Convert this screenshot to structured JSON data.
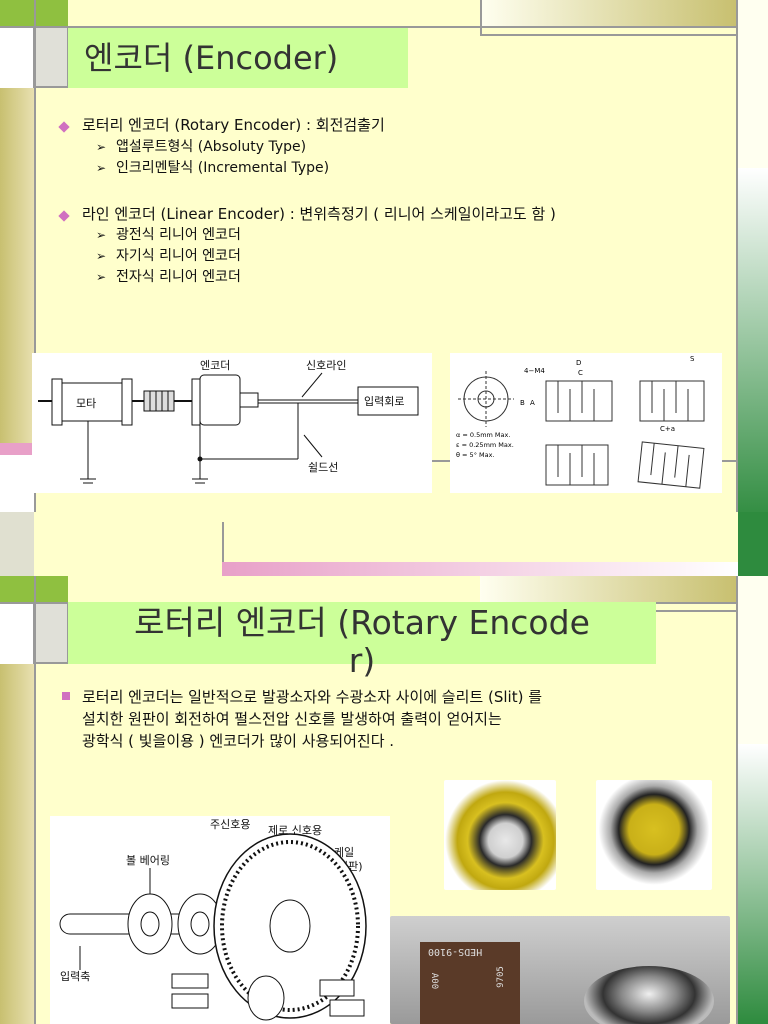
{
  "slide1": {
    "title": "엔코더 (Encoder)",
    "bullets": [
      {
        "text": "로터리 엔코더 (Rotary Encoder) :  회전검출기",
        "subs": [
          "앱설루트형식 (Absoluty Type)",
          "인크리멘탈식 (Incremental Type)"
        ]
      },
      {
        "text": "라인 엔코더 (Linear Encoder) :  변위측정기 ( 리니어 스케일이라고도 함 )",
        "subs": [
          "광전식 리니어 엔코더",
          "자기식 리니어 엔코더",
          "전자식 리니어 엔코더"
        ]
      }
    ],
    "diagram": {
      "motor": "모타",
      "encoder": "엔코더",
      "signal_line": "신호라인",
      "input_circuit": "입력회로",
      "shield_wire": "쉴드선"
    },
    "coupling": {
      "label_4m4": "4−M4",
      "label_d": "D",
      "label_c": "C",
      "label_s": "S",
      "label_b": "B",
      "label_a": "A",
      "label_cpa": "C+a",
      "spec1": "α = 0.5mm Max.",
      "spec2": "ε = 0.25mm Max.",
      "spec3": "θ = 5° Max."
    }
  },
  "slide2": {
    "title_line1": "로터리 엔코더 (Rotary Encode",
    "title_line2": "r)",
    "body": [
      "로터리 엔코더는 일반적으로 발광소자와 수광소자 사이에 슬리트 (Slit) 를",
      "설치한 원판이 회전하여 펄스전압 신호를 발생하여 출력이 얻어지는",
      "광학식 ( 빛을이용 ) 엔코더가 많이 사용되어진다 ."
    ],
    "diagram": {
      "receiver": "주신호용",
      "zero_signal": "제로 신호용",
      "main_scale": "메인 스케일",
      "pulse_disc": "(펄스 원판)",
      "bearing": "볼 베어링",
      "input_shaft": "입력축"
    },
    "chip": {
      "part": "HEDS-9100",
      "code": "9705",
      "mark": "A00"
    }
  },
  "colors": {
    "bg": "#ffffcc",
    "title_bg": "#ccff99",
    "bullet": "#d070c0",
    "green": "#2e8b3e",
    "olive": "#c8c070"
  }
}
